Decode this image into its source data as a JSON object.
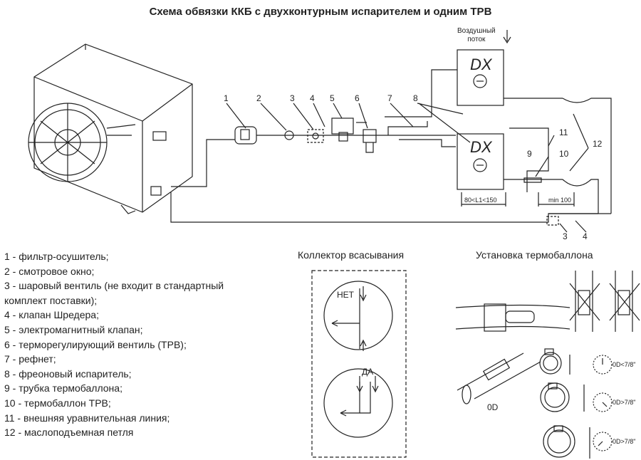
{
  "title": "Схема обвязки ККБ с двухконтурным испарителем и одним ТРВ",
  "airflow": [
    "Воздушный",
    "поток"
  ],
  "callouts": [
    "1",
    "2",
    "3",
    "4",
    "5",
    "6",
    "7",
    "8",
    "9",
    "10",
    "11",
    "12",
    "3",
    "4"
  ],
  "evaporator_label": "DX",
  "dimension_1": "80<L1<150",
  "dimension_2": "min 100",
  "legend": [
    "1 - фильтр-осушитель;",
    "2 - смотровое окно;",
    "3 - шаровый вентиль (не входит в стандартный",
    "комплект поставки);",
    "4 - клапан Шредера;",
    "5 - электромагнитный клапан;",
    "6 - терморегулирующий вентиль (ТРВ);",
    "7 - рефнет;",
    "8 - фреоновый испаритель;",
    "9 - трубка термобаллона;",
    "10 - термобаллон ТРВ;",
    "11 - внешняя уравнительная линия;",
    "12 - маслоподъемная петля"
  ],
  "collector": {
    "title": "Коллектор всасывания",
    "no": "НЕТ",
    "yes": "ДА"
  },
  "bulb": {
    "title": "Установка термобаллона",
    "od": "0D",
    "clocks": [
      "0D<7/8\"",
      "0D>7/8\"",
      "0D>7/8\""
    ]
  }
}
